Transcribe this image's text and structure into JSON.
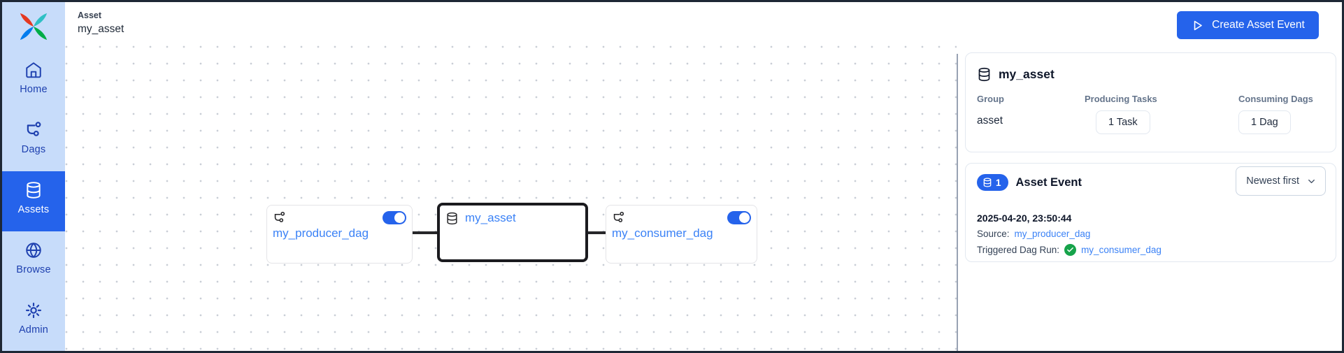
{
  "header": {
    "breadcrumb": "Asset",
    "title": "my_asset",
    "create_button": {
      "label": "Create Asset Event",
      "icon": "play-icon"
    }
  },
  "sidebar": {
    "items": [
      {
        "label": "Home",
        "icon": "home-icon",
        "active": false
      },
      {
        "label": "Dags",
        "icon": "dag-icon",
        "active": false
      },
      {
        "label": "Assets",
        "icon": "database-icon",
        "active": true
      },
      {
        "label": "Browse",
        "icon": "globe-icon",
        "active": false
      },
      {
        "label": "Admin",
        "icon": "gear-icon",
        "active": false
      }
    ]
  },
  "graph": {
    "nodes": [
      {
        "id": "my_producer_dag",
        "type": "dag",
        "label": "my_producer_dag",
        "toggle_on": true,
        "selected": false
      },
      {
        "id": "my_asset",
        "type": "asset",
        "label": "my_asset",
        "selected": true
      },
      {
        "id": "my_consumer_dag",
        "type": "dag",
        "label": "my_consumer_dag",
        "toggle_on": true,
        "selected": false
      }
    ]
  },
  "details": {
    "asset_card": {
      "title": "my_asset",
      "columns": [
        {
          "label": "Group",
          "value": "asset",
          "value_type": "text"
        },
        {
          "label": "Producing Tasks",
          "value": "1 Task",
          "value_type": "button"
        },
        {
          "label": "Consuming Dags",
          "value": "1 Dag",
          "value_type": "button"
        }
      ]
    },
    "events_card": {
      "count": "1",
      "title": "Asset Event",
      "sort_selected": "Newest first",
      "events": [
        {
          "timestamp": "2025-04-20, 23:50:44",
          "source_label": "Source:",
          "source_link": "my_producer_dag",
          "triggered_label": "Triggered Dag Run:",
          "triggered_status": "success",
          "triggered_link": "my_consumer_dag"
        }
      ]
    }
  },
  "colors": {
    "accent": "#2563eb",
    "link": "#3b82f6",
    "success": "#16a34a",
    "sidebar_bg": "#c7dcfa",
    "sidebar_text": "#1e40af",
    "selected_node_border": "#1b1b1f",
    "divider": "#98a2b3"
  }
}
